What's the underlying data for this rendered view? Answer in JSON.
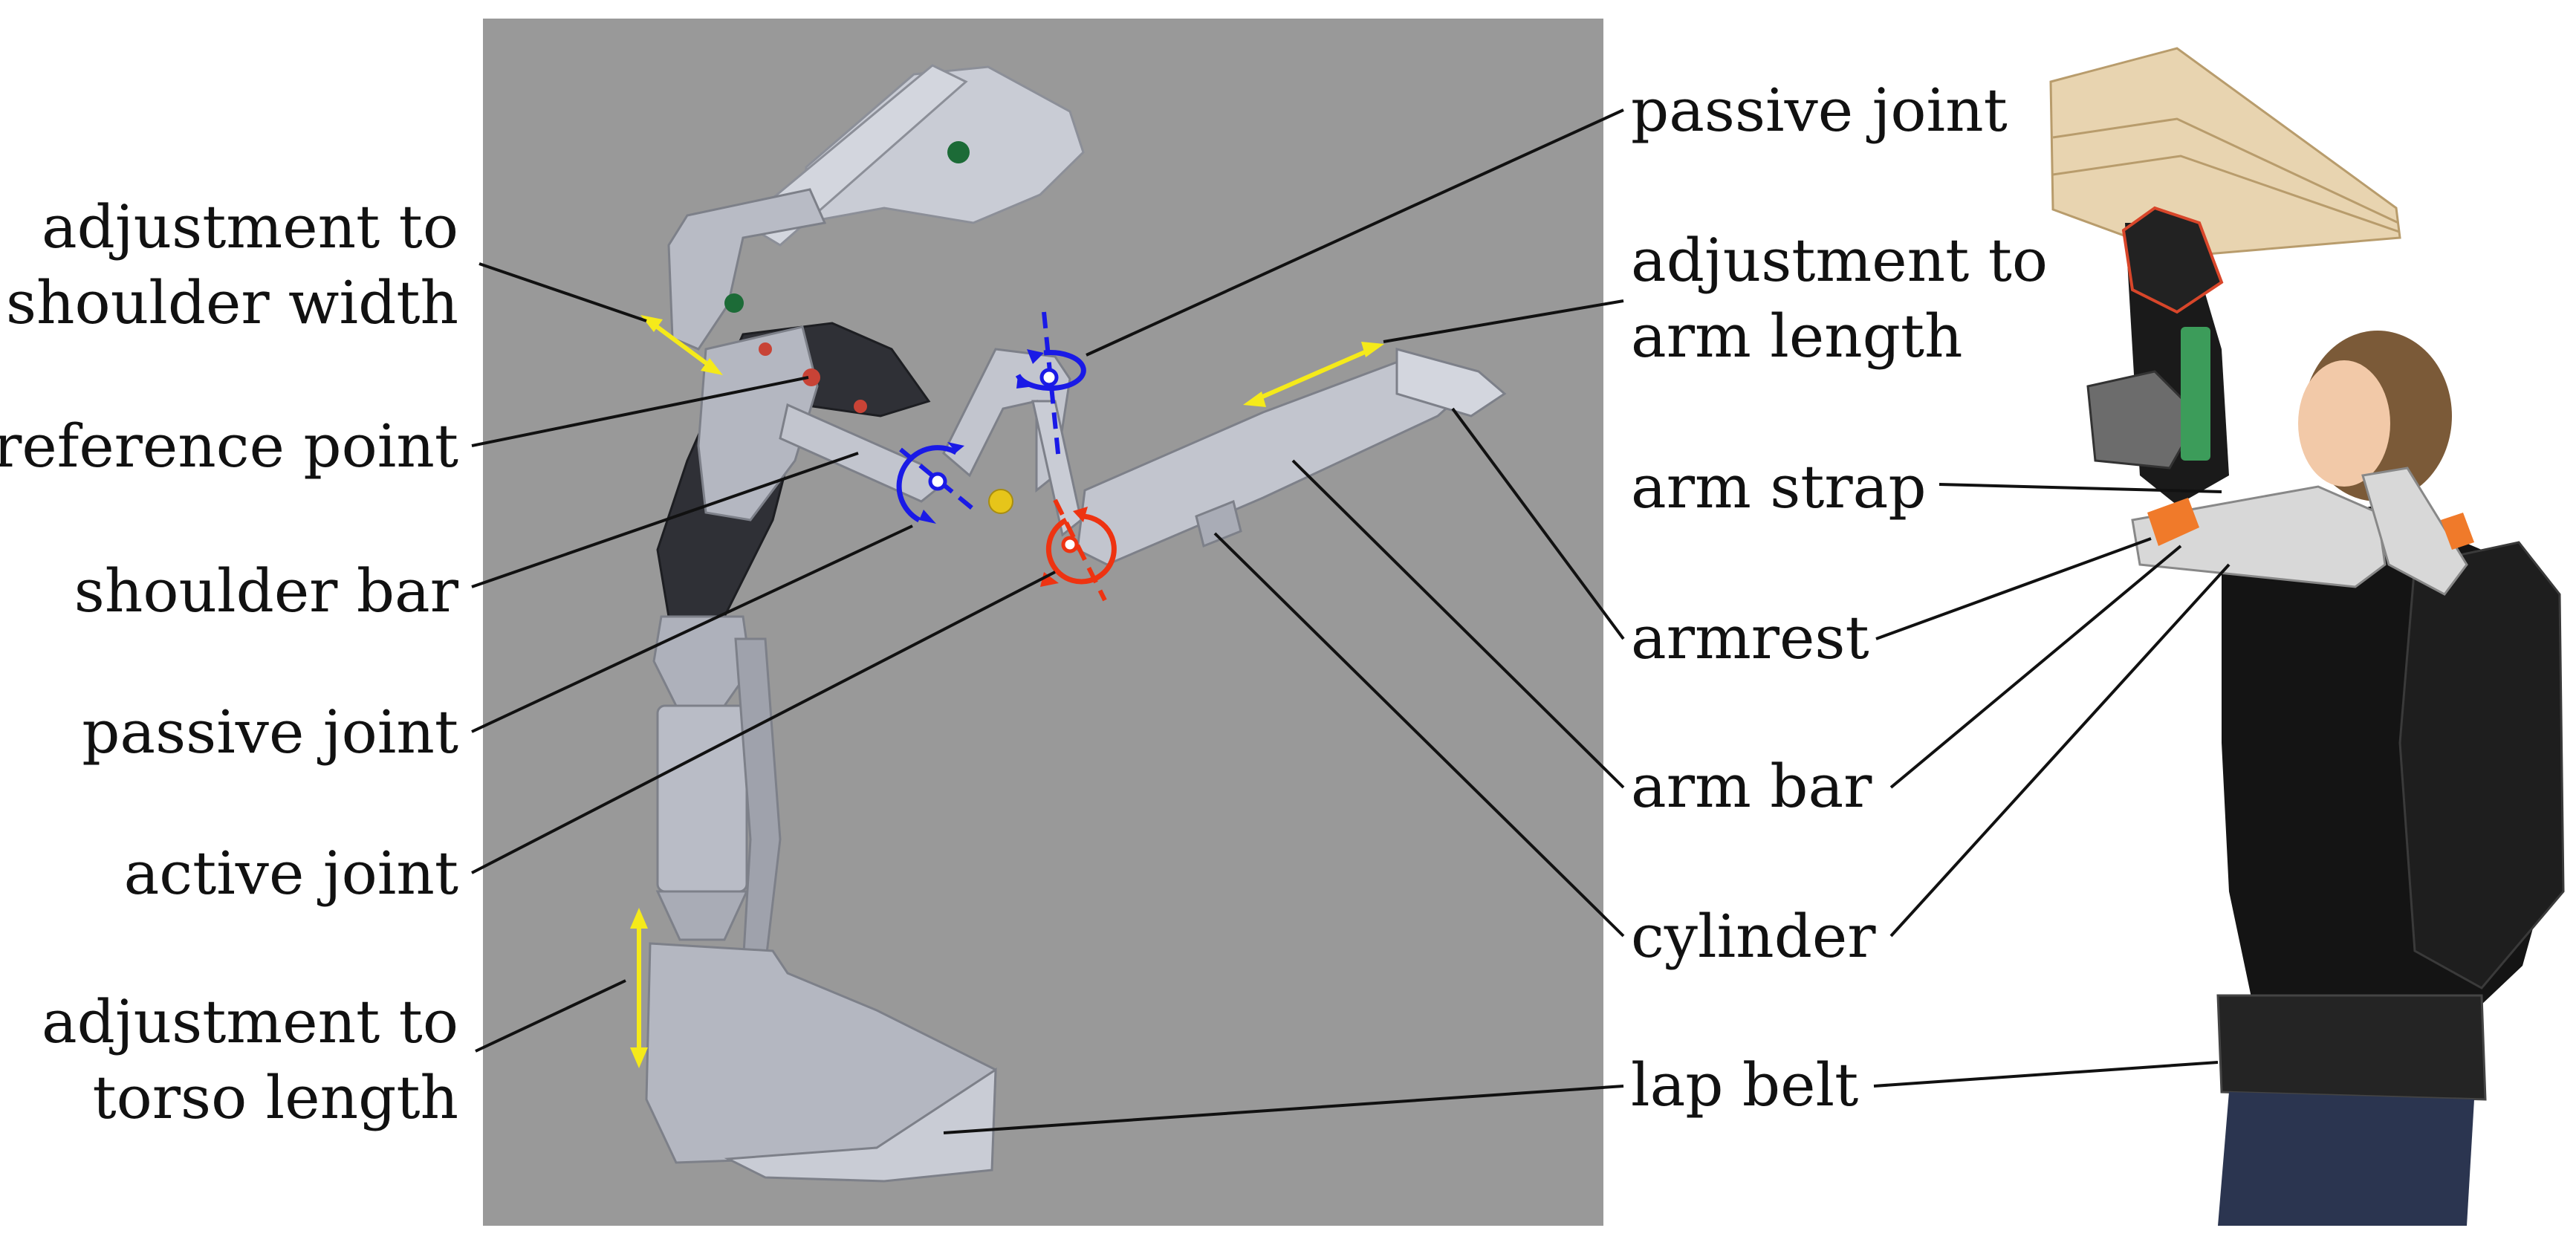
{
  "colors": {
    "background": "#ffffff",
    "render_panel": "#999999",
    "leader_line": "#111111",
    "adjustment_arrow": "#f5ea1a",
    "passive_joint_marker": "#1a1ae6",
    "active_joint_marker": "#ee3311",
    "metal_part": "#b9bcc6",
    "dark_part": "#2f3036",
    "reference_ball": "#e6c51a",
    "marker_green": "#1c6b37",
    "marker_red": "#c84336"
  },
  "labels_left": [
    {
      "id": "adjustment-to-shoulder-width",
      "lines": [
        "adjustment to",
        "shoulder width"
      ]
    },
    {
      "id": "reference-point",
      "lines": [
        "reference point"
      ]
    },
    {
      "id": "shoulder-bar",
      "lines": [
        "shoulder bar"
      ]
    },
    {
      "id": "passive-joint-lower",
      "lines": [
        "passive joint"
      ]
    },
    {
      "id": "active-joint",
      "lines": [
        "active joint"
      ]
    },
    {
      "id": "adjustment-to-torso-length",
      "lines": [
        "adjustment to",
        "torso length"
      ]
    }
  ],
  "labels_right": [
    {
      "id": "passive-joint-upper",
      "lines": [
        "passive joint"
      ]
    },
    {
      "id": "adjustment-to-arm-length",
      "lines": [
        "adjustment to",
        "arm length"
      ]
    },
    {
      "id": "arm-strap",
      "lines": [
        "arm strap"
      ]
    },
    {
      "id": "armrest",
      "lines": [
        "armrest"
      ]
    },
    {
      "id": "arm-bar",
      "lines": [
        "arm bar"
      ]
    },
    {
      "id": "cylinder",
      "lines": [
        "cylinder"
      ]
    },
    {
      "id": "lap-belt",
      "lines": [
        "lap belt"
      ]
    }
  ]
}
